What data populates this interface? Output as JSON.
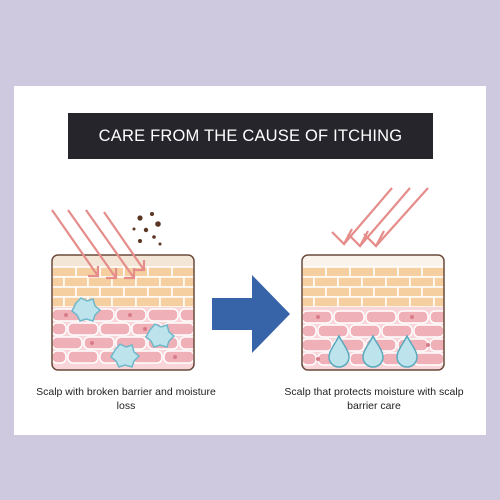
{
  "title": "CARE FROM THE CAUSE OF ITCHING",
  "captions": {
    "left": "Scalp with broken barrier and moisture loss",
    "right": "Scalp that protects moisture with scalp barrier care"
  },
  "colors": {
    "background": "#cfc9df",
    "banner": "#26252b",
    "arrow": "#3764a8",
    "rays": "#e58d8a",
    "epidermis": "#f6cfa0",
    "dermis": "#f1b9bf",
    "moisture": "#bde4ec",
    "debris": "#5a3520"
  },
  "icons": {
    "big_arrow": "right-arrow-icon",
    "rays": "uv-ray-arrows-icon",
    "debris": "dandruff-particles-icon",
    "damage": "damaged-cell-icon",
    "drops": "water-drop-icon"
  }
}
